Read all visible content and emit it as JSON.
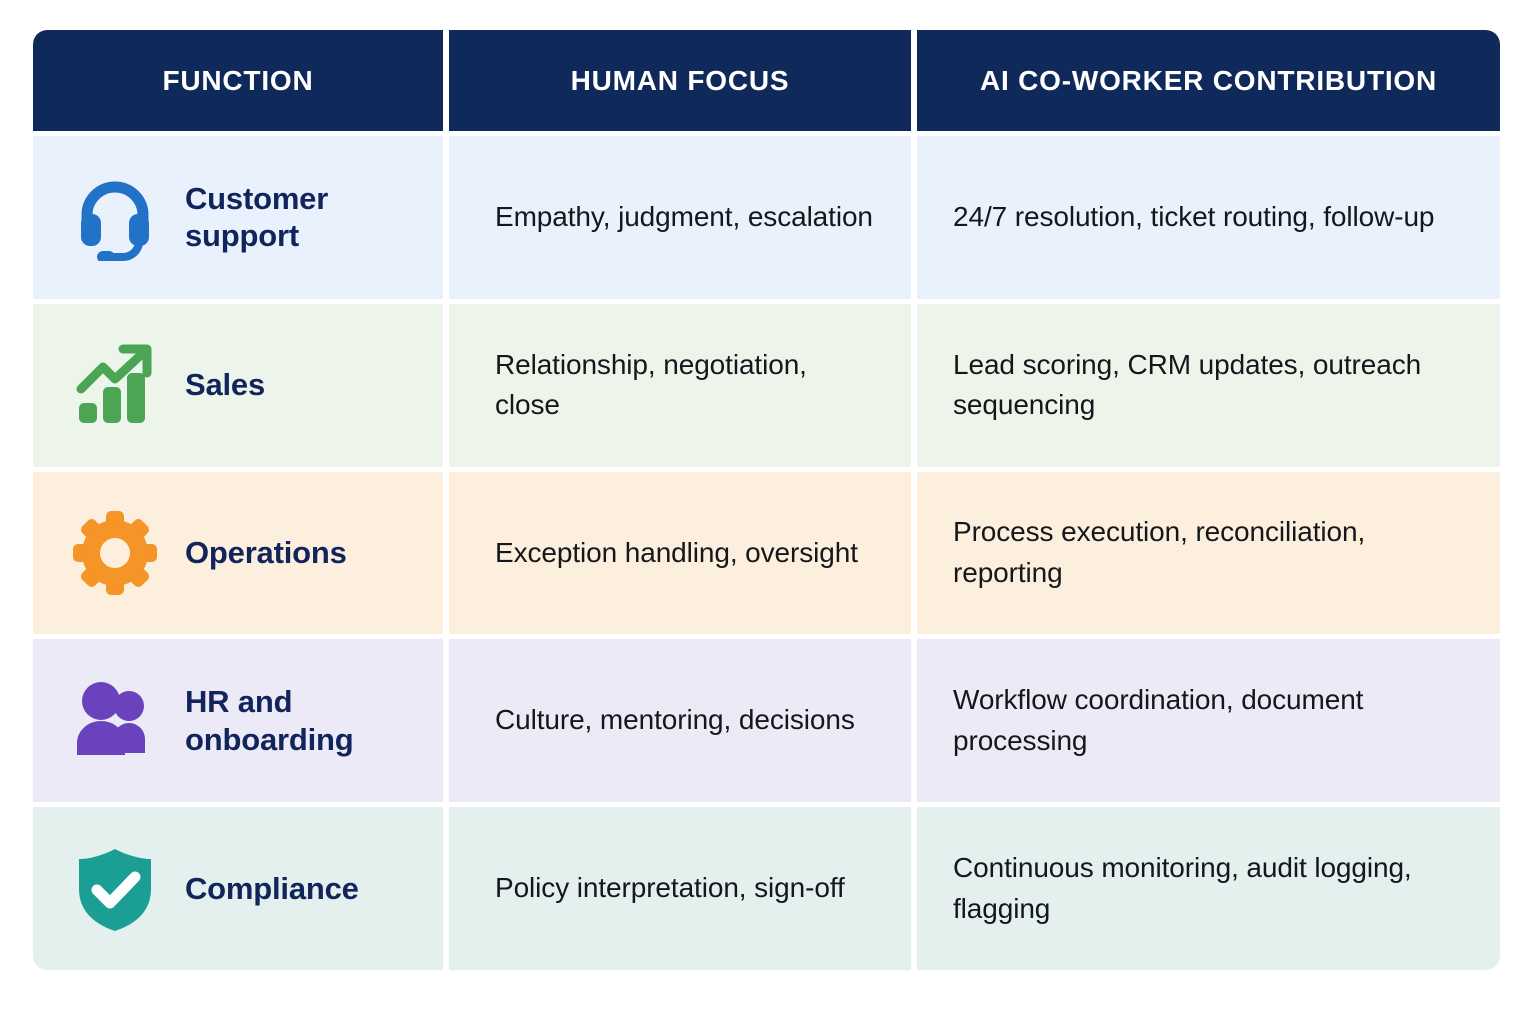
{
  "table": {
    "columns": [
      {
        "key": "function",
        "label": "FUNCTION"
      },
      {
        "key": "human",
        "label": "HUMAN FOCUS"
      },
      {
        "key": "ai",
        "label": "AI CO-WORKER CONTRIBUTION"
      }
    ],
    "header_background": "#10295B",
    "header_text_color": "#FFFFFF",
    "rows": [
      {
        "icon": "headset-icon",
        "icon_color": "#2272C8",
        "row_background": "#E9F1FD",
        "function": "Customer support",
        "human": "Empathy, judgment, escalation",
        "ai": "24/7 resolution, ticket routing, follow-up"
      },
      {
        "icon": "growth-chart-icon",
        "icon_color": "#4CA455",
        "row_background": "#EDF5EB",
        "function": "Sales",
        "human": "Relationship, negotiation, close",
        "ai": "Lead scoring, CRM updates, outreach sequencing"
      },
      {
        "icon": "gear-icon",
        "icon_color": "#F59427",
        "row_background": "#FDEFDE",
        "function": "Operations",
        "human": "Exception handling, oversight",
        "ai": "Process execution, reconciliation, reporting"
      },
      {
        "icon": "people-icon",
        "icon_color": "#6A42BE",
        "row_background": "#ECEAF6",
        "function": "HR and onboarding",
        "human": "Culture, mentoring, decisions",
        "ai": "Workflow coordination, document processing"
      },
      {
        "icon": "shield-check-icon",
        "icon_color": "#1B9E93",
        "row_background": "#E3F0EE",
        "function": "Compliance",
        "human": "Policy interpretation, sign-off",
        "ai": "Continuous monitoring, audit logging, flagging"
      }
    ],
    "label_text_color": "#12245C",
    "body_text_color": "#15171A"
  }
}
